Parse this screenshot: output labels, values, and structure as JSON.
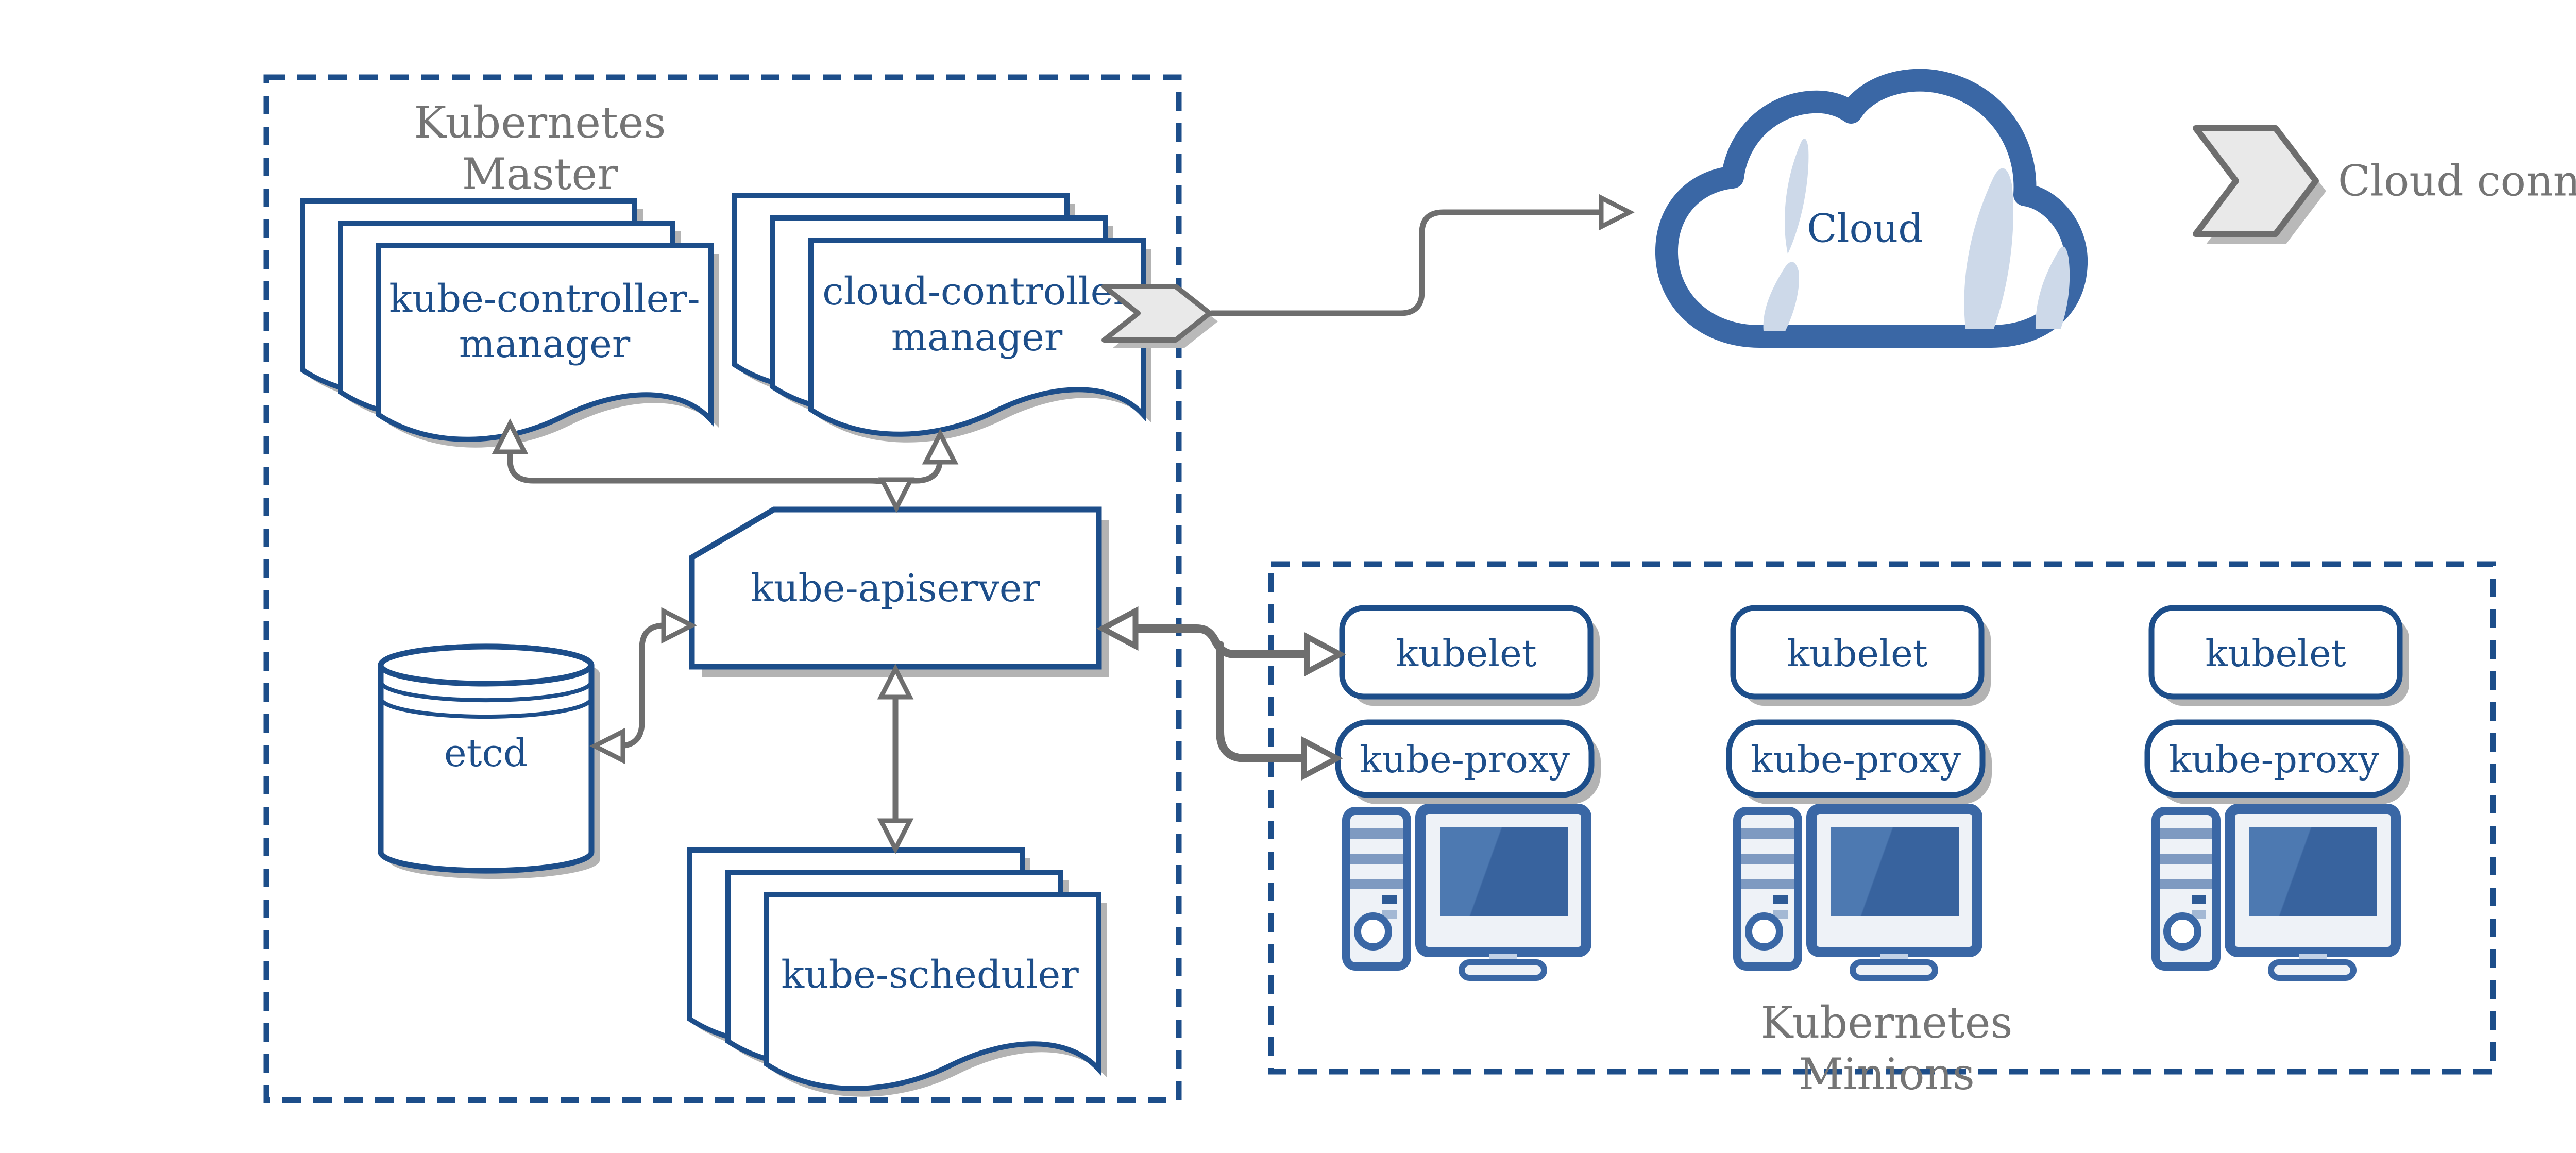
{
  "master": {
    "label_line1": "Kubernetes",
    "label_line2": "Master"
  },
  "minions": {
    "label_line1": "Kubernetes",
    "label_line2": "Minions",
    "columns": [
      {
        "kubelet": "kubelet",
        "kube_proxy": "kube-proxy"
      },
      {
        "kubelet": "kubelet",
        "kube_proxy": "kube-proxy"
      },
      {
        "kubelet": "kubelet",
        "kube_proxy": "kube-proxy"
      }
    ]
  },
  "nodes": {
    "kube_controller_manager": {
      "line1": "kube-controller-",
      "line2": "manager"
    },
    "cloud_controller_manager": {
      "line1": "cloud-controller",
      "line2": "manager"
    },
    "kube_apiserver": {
      "label": "kube-apiserver"
    },
    "etcd": {
      "label": "etcd"
    },
    "kube_scheduler": {
      "label": "kube-scheduler"
    },
    "cloud": {
      "label": "Cloud"
    }
  },
  "legend": {
    "cloud_connector": "Cloud connector"
  },
  "colors": {
    "primary_blue": "#1d4e8a",
    "cloud_blue": "#3a67a5",
    "light_fill": "#eef2f7",
    "stripe_blue": "#7e9ac1",
    "slash_blue": "#cdd9e9",
    "connector_gray": "#6e6e6e",
    "label_gray": "#757575",
    "shadow_gray": "#b3b3b3",
    "chevron_fill": "#e9e9e9"
  }
}
